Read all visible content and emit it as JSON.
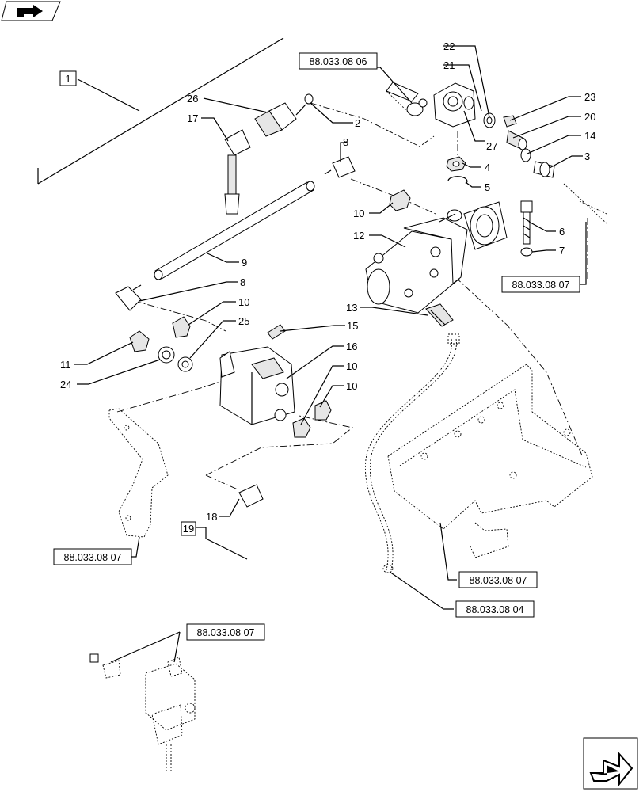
{
  "callouts": {
    "c1": "1",
    "c2": "2",
    "c3": "3",
    "c4": "4",
    "c5": "5",
    "c6": "6",
    "c7": "7",
    "c8a": "8",
    "c8b": "8",
    "c9": "9",
    "c10a": "10",
    "c10b": "10",
    "c10c": "10",
    "c10d": "10",
    "c11": "11",
    "c12": "12",
    "c13": "13",
    "c14": "14",
    "c15": "15",
    "c16": "16",
    "c17": "17",
    "c18": "18",
    "c19": "19",
    "c20": "20",
    "c21": "21",
    "c22": "22",
    "c23": "23",
    "c24": "24",
    "c25": "25",
    "c26": "26",
    "c27": "27"
  },
  "references": {
    "r_top": "88.033.08 06",
    "r_right": "88.033.08 07",
    "r_left": "88.033.08 07",
    "r_bracket": "88.033.08 07",
    "r_harness": "88.033.08 04",
    "r_solenoid": "88.033.08 07"
  },
  "icons": {
    "top_left": "nav-arrow-icon",
    "bottom_right": "next-page-arrow-icon"
  }
}
